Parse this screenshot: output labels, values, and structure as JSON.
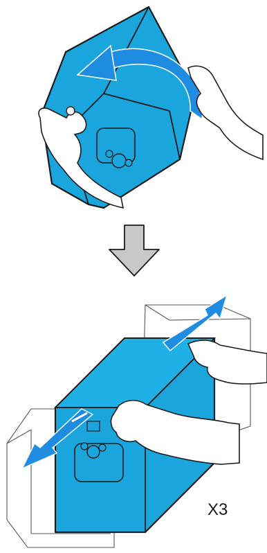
{
  "figure": {
    "steps": [
      {
        "id": "rotate",
        "action": "rotate-tank-icon"
      },
      {
        "id": "next",
        "action": "down-arrow-icon"
      },
      {
        "id": "shake",
        "action": "shake-tank-icon"
      }
    ],
    "repeat_label": "X3",
    "colors": {
      "tank": "#1aa6dc",
      "tank_dark": "#0f86c0",
      "arrow_blue": "#1e8ce0",
      "arrow_gray": "#c8c8c8",
      "outline": "#1a1a1a",
      "hand": "#ffffff"
    }
  }
}
